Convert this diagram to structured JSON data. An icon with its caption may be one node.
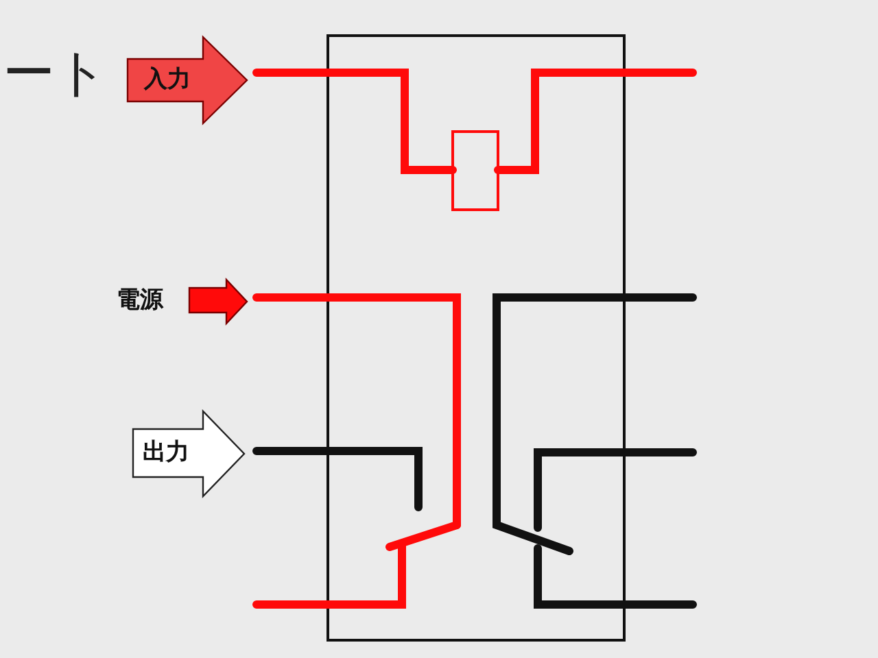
{
  "diagram": {
    "nodes": [
      {
        "text": [
          "入力"
        ]
      },
      {
        "text": [
          "電源"
        ]
      },
      {
        "text": [
          "出力"
        ]
      }
    ],
    "labels": [
      "ート"
    ]
  }
}
